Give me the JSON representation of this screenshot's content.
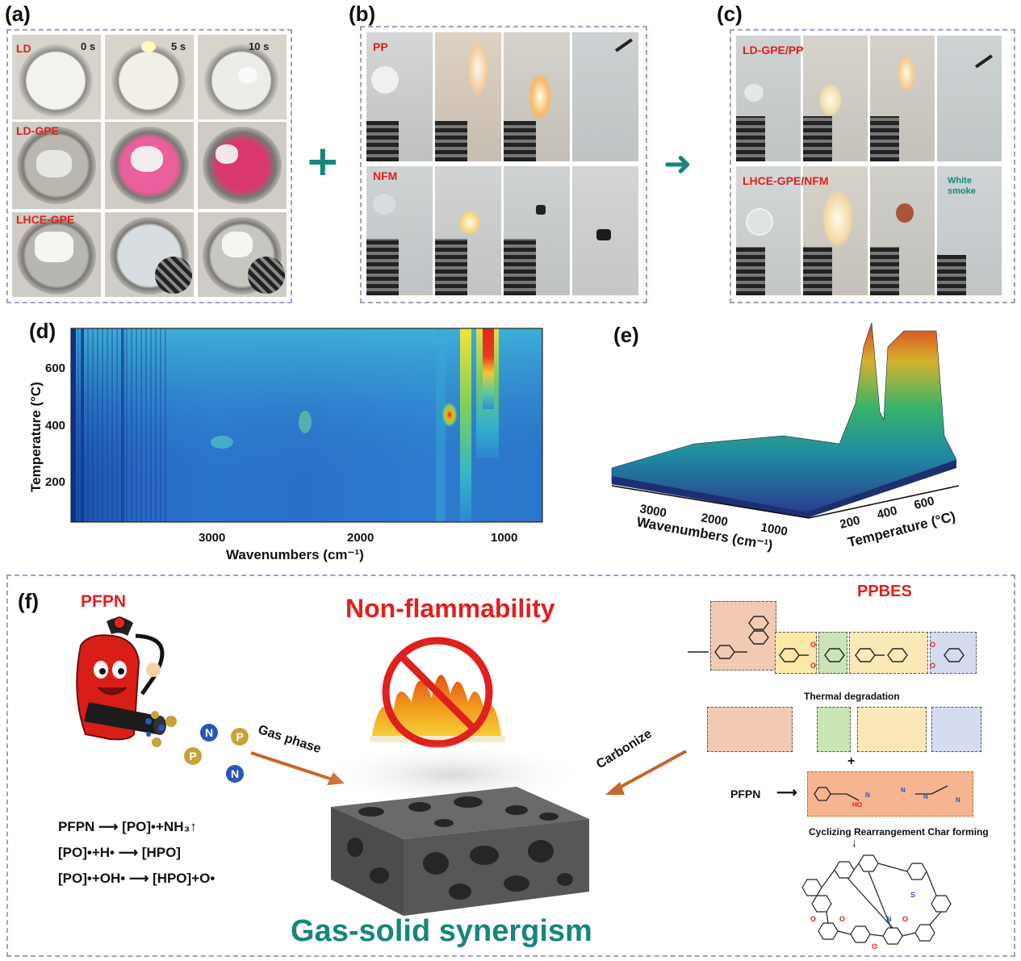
{
  "panels": {
    "a": {
      "letter": "(a)",
      "times": [
        "0 s",
        "5 s",
        "10 s"
      ],
      "rows": [
        "LD",
        "LD-GPE",
        "LHCE-GPE"
      ]
    },
    "b": {
      "letter": "(b)",
      "rows": [
        "PP",
        "NFM"
      ]
    },
    "c": {
      "letter": "(c)",
      "rows": [
        "LD-GPE/PP",
        "LHCE-GPE/NFM"
      ],
      "annotation": "White smoke"
    },
    "plus_symbol": "+",
    "arrow_symbol": "➜",
    "d": {
      "letter": "(d)",
      "xlabel": "Wavenumbers (cm⁻¹)",
      "ylabel": "Temperature (°C)",
      "xticks": [
        "3000",
        "2000",
        "1000"
      ],
      "yticks": [
        "600",
        "400",
        "200"
      ]
    },
    "e": {
      "letter": "(e)",
      "xlabel": "Wavenumbers (cm⁻¹)",
      "ylabel": "Temperature (°C)",
      "xticks": [
        "3000",
        "2000",
        "1000"
      ],
      "yticks": [
        "200",
        "400",
        "600"
      ]
    },
    "f": {
      "letter": "(f)",
      "pfpn_title": "PFPN",
      "main_title": "Non-flammability",
      "bottom_title": "Gas-solid synergism",
      "gas_phase": "Gas phase",
      "carbonize": "Carbonize",
      "particles": [
        "N",
        "P",
        "P",
        "N"
      ],
      "equations": [
        "PFPN ⟶ [PO]•+NH₃↑",
        "[PO]•+H• ⟶ [HPO]",
        "[PO]•+OH• ⟶ [HPO]+O•"
      ],
      "ppbes_title": "PPBES",
      "thermal_degradation": "Thermal degradation",
      "plus": "+",
      "pfpn_label": "PFPN",
      "cyclizing": "Cyclizing Rearrangement Char forming"
    }
  },
  "colors": {
    "accent_red": "#e0201c",
    "teal": "#17867b",
    "dash_border": "#a49ed0",
    "orange_arrow": "#c8642a"
  }
}
